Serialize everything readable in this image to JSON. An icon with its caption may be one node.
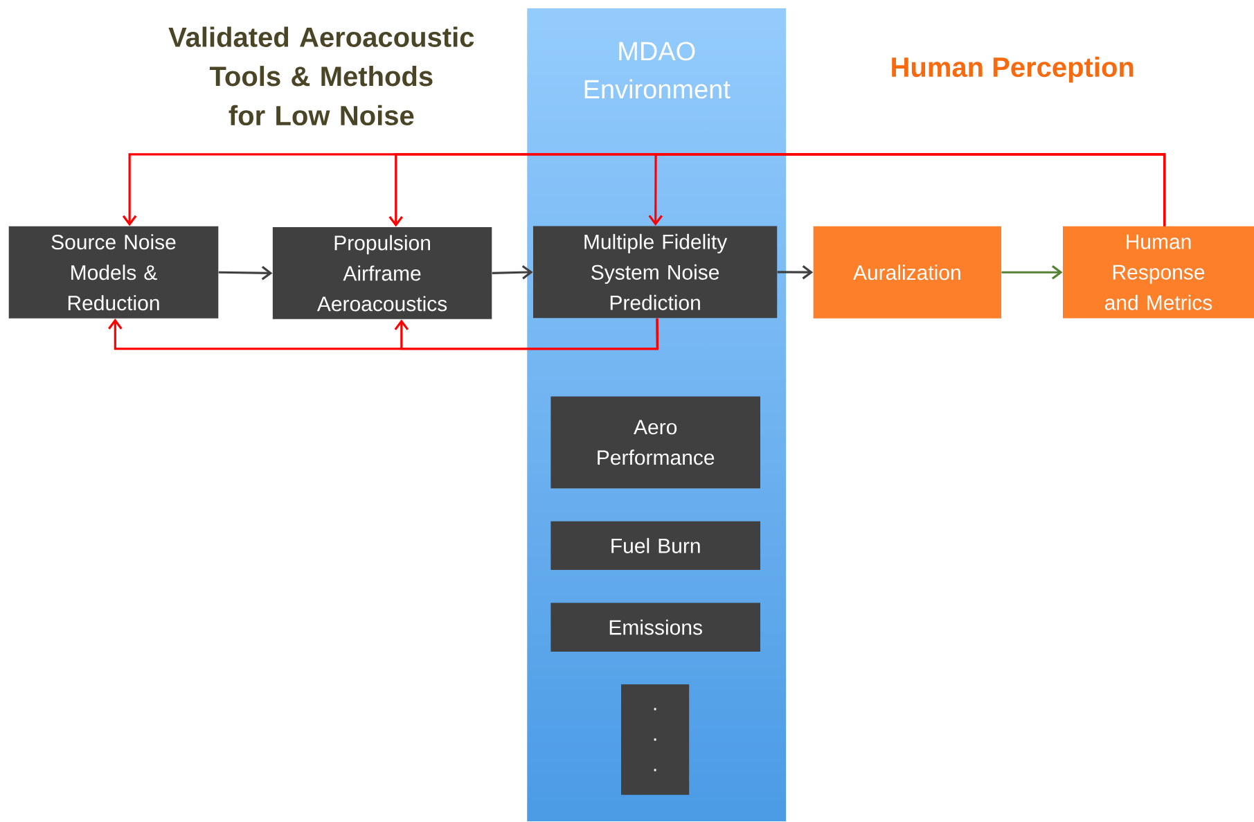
{
  "diagram": {
    "nodes": [
      {
        "text": [
          "MDAO Environment"
        ]
      },
      {
        "text": [
          "Source Noise Models & Reduction"
        ]
      },
      {
        "text": [
          "Propulsion Airframe Aeroacoustics"
        ]
      },
      {
        "text": [
          "Multiple Fidelity System Noise Prediction"
        ],
        "in": 0
      },
      {
        "text": [
          "Auralization"
        ]
      },
      {
        "text": [
          "Human Response and Metrics"
        ]
      },
      {
        "text": [
          "Aero Performance"
        ],
        "in": 0
      },
      {
        "text": [
          "Fuel Burn"
        ],
        "in": 0
      },
      {
        "text": [
          "Emissions"
        ],
        "in": 0
      },
      {
        "text": [
          ". . ."
        ],
        "in": 0
      }
    ],
    "edges": [
      {
        "from": 1,
        "to": 2,
        "arrow": "to",
        "color": "#404040"
      },
      {
        "from": 2,
        "to": 3,
        "arrow": "to",
        "color": "#404040"
      },
      {
        "from": 3,
        "to": 4,
        "arrow": "to",
        "color": "#404040"
      },
      {
        "from": 4,
        "to": 5,
        "arrow": "to",
        "color": "#548235"
      },
      {
        "from": 5,
        "to": 1,
        "arrow": "to",
        "color": "#ff0000"
      },
      {
        "from": 5,
        "to": 2,
        "arrow": "to",
        "color": "#ff0000"
      },
      {
        "from": 5,
        "to": 3,
        "arrow": "to",
        "color": "#ff0000"
      },
      {
        "from": 3,
        "to": 1,
        "arrow": "to",
        "color": "#ff0000"
      },
      {
        "from": 3,
        "to": 2,
        "arrow": "to",
        "color": "#ff0000"
      }
    ],
    "labels": [
      "Validated Aeroacoustic Tools & Methods for Low Noise",
      "Human Perception"
    ]
  }
}
